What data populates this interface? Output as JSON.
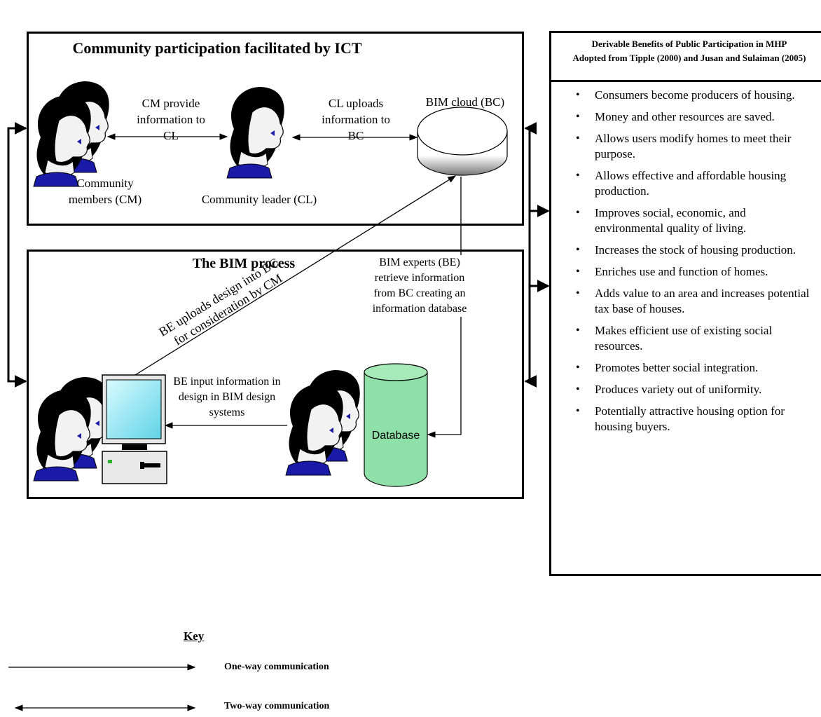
{
  "panels": {
    "community": {
      "title": "Community participation facilitated by ICT"
    },
    "bim": {
      "title": "The BIM process"
    }
  },
  "nodes": {
    "community_members": [
      "Community",
      "members (CM)"
    ],
    "community_leader": "Community leader (CL)",
    "bim_cloud": "BIM cloud (BC)",
    "database": "Database"
  },
  "edges": {
    "cm_cl": [
      "CM provide",
      "information to",
      "CL"
    ],
    "cl_bc": [
      "CL uploads",
      "information to",
      "BC"
    ],
    "be_uploads": [
      "BE uploads design into BC",
      "for consideration by CM"
    ],
    "be_retrieve": [
      "BIM experts (BE)",
      "retrieve information",
      "from BC creating an",
      "information database"
    ],
    "be_input": [
      "BE input information in",
      "design in BIM design",
      "systems"
    ]
  },
  "benefits": {
    "title": [
      "Derivable Benefits of Public Participation in MHP",
      "Adopted from Tipple (2000) and Jusan and Sulaiman (2005)"
    ],
    "items": [
      "Consumers become producers of housing.",
      "Money and other resources are saved.",
      "Allows users modify homes to meet their purpose.",
      "Allows effective and affordable housing production.",
      "Improves social, economic, and environmental quality of living.",
      "Increases the stock of housing production.",
      "Enriches use and function of homes.",
      "Adds value to an area and increases potential tax base of houses.",
      "Makes efficient use of existing social resources.",
      "Promotes better social integration.",
      "Produces variety out of uniformity.",
      "Potentially attractive housing option for housing buyers."
    ]
  },
  "key": {
    "title": "Key",
    "one_way": "One-way communication",
    "two_way": "Two-way communication"
  },
  "colors": {
    "face": "#f2f2f2",
    "hair": "#000000",
    "collar": "#1a1aa8",
    "eye": "#1a1aa8",
    "screen": "#7fe6f0",
    "database": "#8fe0a8",
    "line": "#000000"
  },
  "icons": [
    "person-icon",
    "cloud-cylinder-icon",
    "computer-icon",
    "database-cylinder-icon"
  ]
}
